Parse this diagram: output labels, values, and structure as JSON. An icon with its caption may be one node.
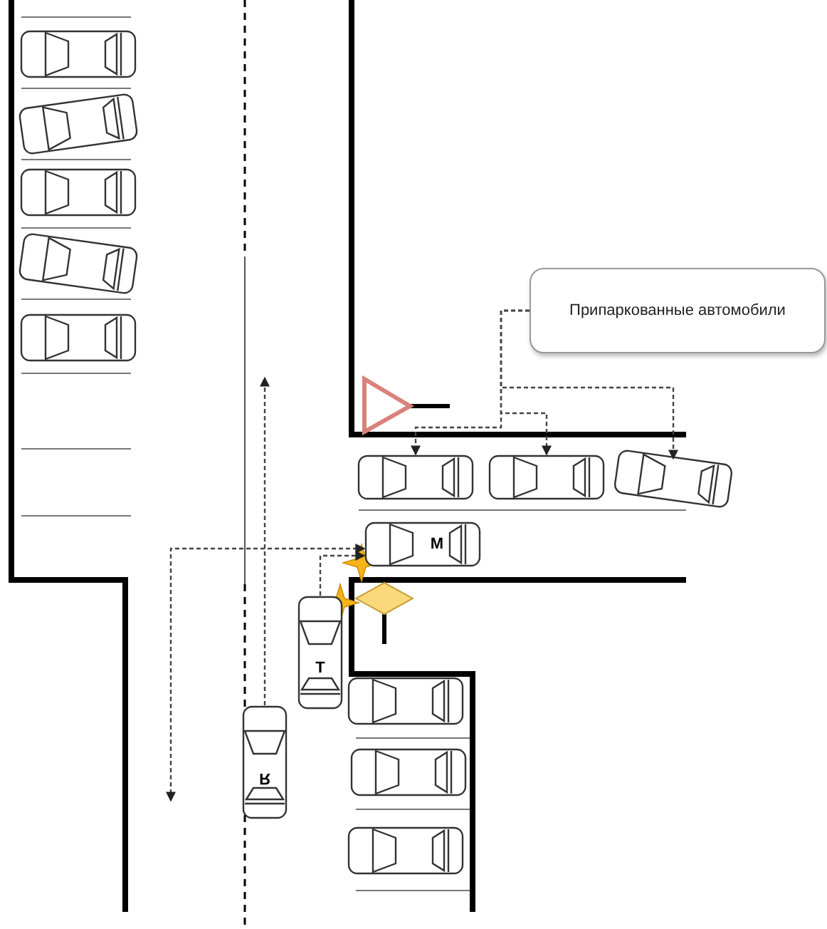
{
  "diagram": {
    "nodes": [
      {
        "text": [],
        "shape": "car"
      },
      {
        "text": [],
        "shape": "car"
      },
      {
        "text": [],
        "shape": "car"
      },
      {
        "text": [],
        "shape": "car"
      },
      {
        "text": [],
        "shape": "car"
      },
      {
        "text": [
          "Припаркованные автомобили"
        ]
      },
      {
        "text": [],
        "shape": "car"
      },
      {
        "text": [],
        "shape": "car"
      },
      {
        "text": [],
        "shape": "car"
      },
      {
        "text": [
          "М"
        ]
      },
      {
        "text": [
          "Т"
        ]
      },
      {
        "text": [
          "Я"
        ]
      },
      {
        "text": [],
        "shape": "car"
      },
      {
        "text": [],
        "shape": "car"
      },
      {
        "text": [],
        "shape": "car"
      }
    ],
    "edges": [
      {
        "from": 5,
        "to": 6,
        "arrow": "to",
        "style": "dashed"
      },
      {
        "from": 5,
        "to": 7,
        "arrow": "to",
        "style": "dashed"
      },
      {
        "from": 5,
        "to": 8,
        "arrow": "to",
        "style": "dashed"
      },
      {
        "from": 11,
        "to": null,
        "arrow": "to",
        "style": "dashed"
      },
      {
        "from": 10,
        "to": 9,
        "arrow": "to",
        "style": "dashed"
      },
      {
        "from": null,
        "to": 9,
        "arrow": "both",
        "style": "dashed"
      }
    ]
  }
}
